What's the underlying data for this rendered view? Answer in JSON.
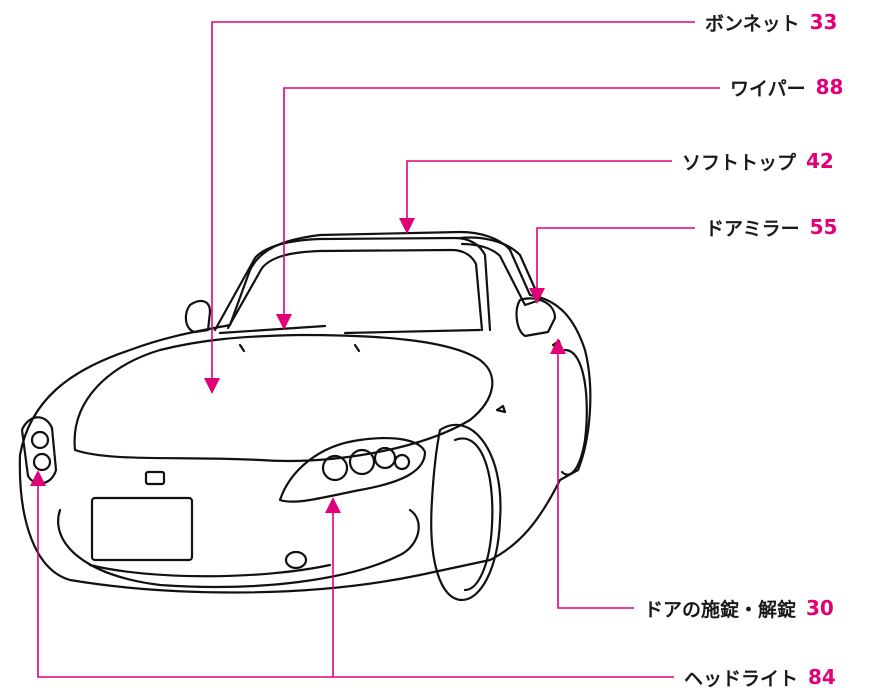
{
  "callouts": {
    "bonnet": {
      "label": "ボンネット",
      "page": "33"
    },
    "wiper": {
      "label": "ワイパー",
      "page": "88"
    },
    "soft_top": {
      "label": "ソフトトップ",
      "page": "42"
    },
    "door_mirror": {
      "label": "ドアミラー",
      "page": "55"
    },
    "door_lock": {
      "label": "ドアの施錠・解錠",
      "page": "30"
    },
    "headlight": {
      "label": "ヘッドライト",
      "page": "84"
    }
  },
  "colors": {
    "leader": "#e2007a",
    "line_art": "#111111"
  }
}
